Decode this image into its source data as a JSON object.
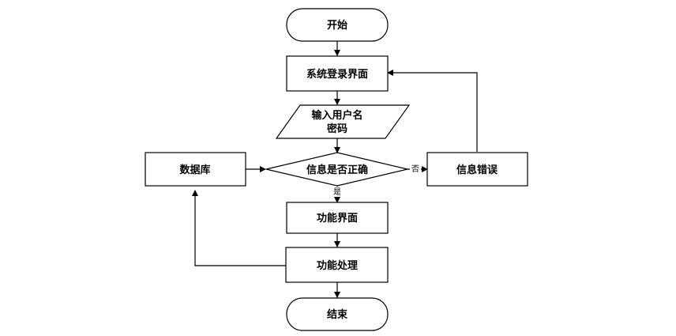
{
  "nodes": {
    "start": "开始",
    "login": "系统登录界面",
    "input_line1": "输入用户名",
    "input_line2": "密码",
    "check": "信息是否正确",
    "database": "数据库",
    "error": "信息错误",
    "function_ui": "功能界面",
    "function_proc": "功能处理",
    "end": "结束"
  },
  "edges": {
    "yes_label": "是",
    "no_label": "否"
  }
}
